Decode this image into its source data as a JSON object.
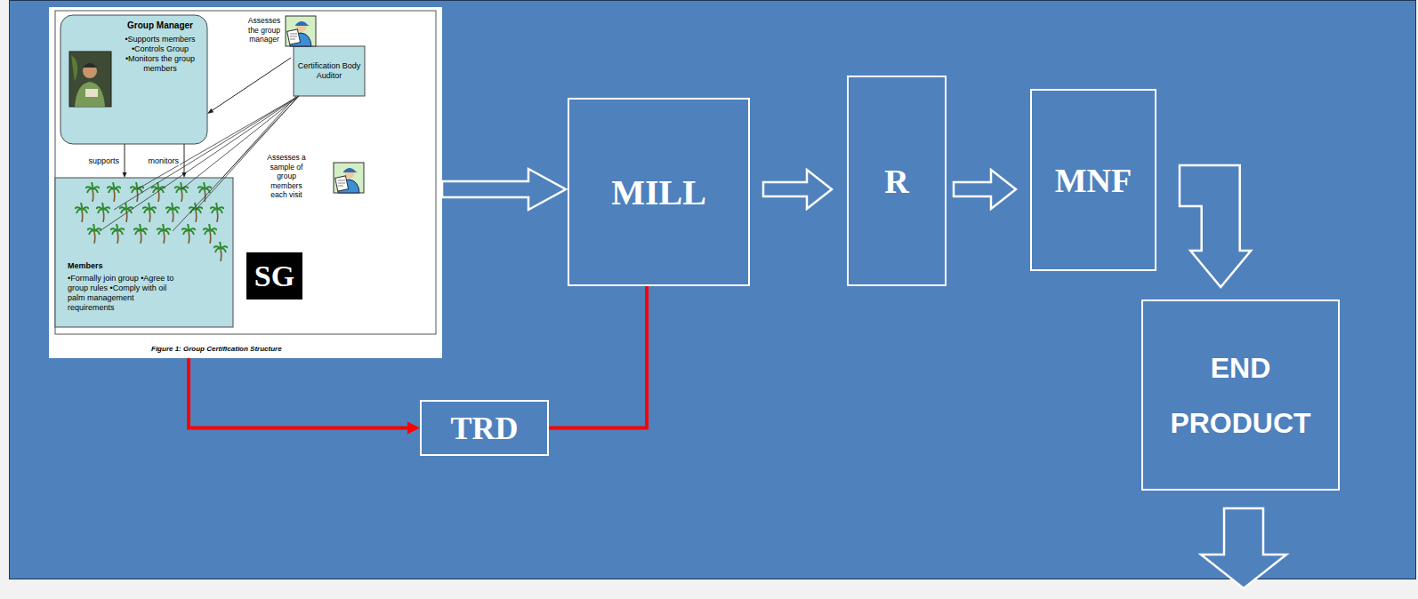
{
  "diagram": {
    "nodes": [
      {
        "text": [
          "Figure 1: Group Certification Structure"
        ]
      },
      {
        "text": [
          "Group Manager",
          "•Supports members •Controls Group •Monitors the group members"
        ],
        "in": 0
      },
      {
        "text": [
          "Certification Body Auditor"
        ],
        "in": 0
      },
      {
        "text": [
          "Members",
          "•Formally join group •Agree to group rules •Comply with oil palm management requirements"
        ],
        "in": 0
      },
      {
        "text": [
          "SG"
        ],
        "in": 0
      },
      {
        "text": [
          "MILL"
        ]
      },
      {
        "text": [
          "R"
        ]
      },
      {
        "text": [
          "MNF"
        ]
      },
      {
        "text": [
          "END PRODUCT"
        ]
      },
      {
        "text": [
          "TRD"
        ]
      }
    ],
    "edges": [
      {
        "from": 1,
        "to": 3,
        "label": "supports",
        "arrow": "to"
      },
      {
        "from": 1,
        "to": 3,
        "label": "monitors",
        "arrow": "to"
      },
      {
        "from": 2,
        "to": 1,
        "arrow": "to"
      },
      {
        "from": 2,
        "to": 3,
        "arrow": "none"
      },
      {
        "from": 0,
        "to": 5,
        "arrow": "to"
      },
      {
        "from": 5,
        "to": 6,
        "arrow": "to"
      },
      {
        "from": 6,
        "to": 7,
        "arrow": "to"
      },
      {
        "from": 7,
        "to": 8,
        "arrow": "to"
      },
      {
        "from": 0,
        "to": 9,
        "arrow": "to"
      },
      {
        "from": 9,
        "to": 5,
        "arrow": "none"
      }
    ],
    "labels": [
      "Assesses the group manager",
      "Assesses a sample of group members each visit"
    ]
  }
}
